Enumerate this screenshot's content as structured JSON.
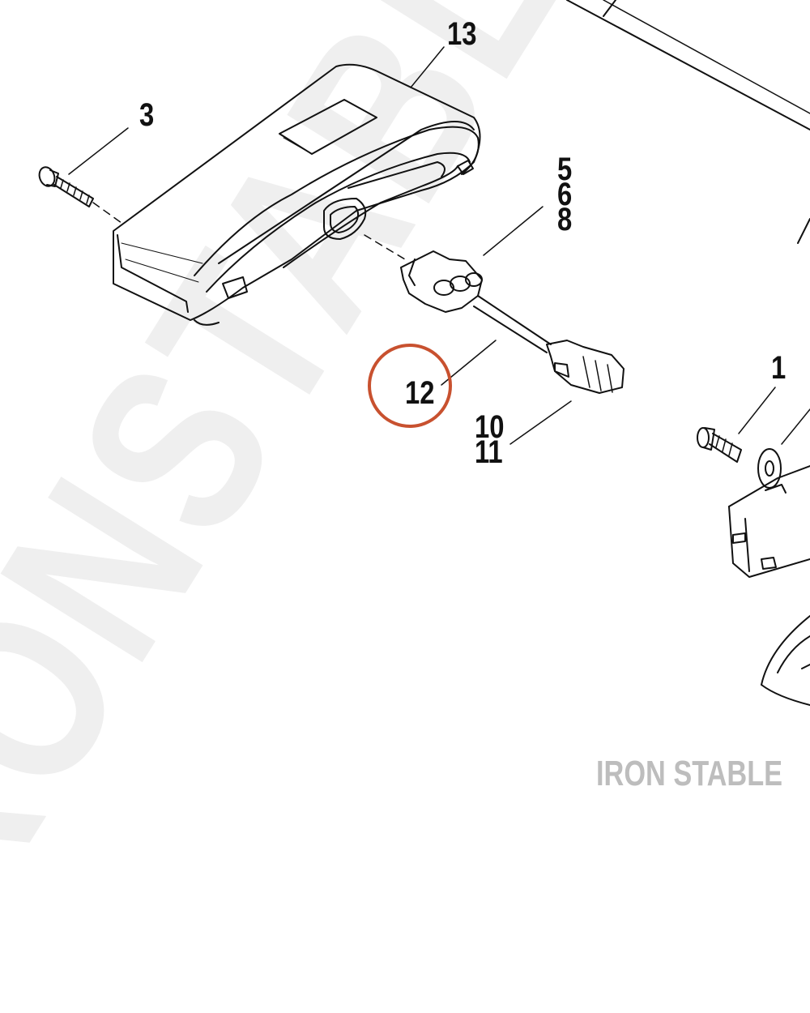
{
  "diagram": {
    "watermark": "IRONSTABLE",
    "brand": "IRON STABLE",
    "callouts": {
      "c13": "13",
      "c3": "3",
      "c5": "5",
      "c6": "6",
      "c8": "8",
      "c12": "12",
      "c10": "10",
      "c11": "11",
      "c1": "1"
    },
    "highlight_callout": "12",
    "colors": {
      "line": "#111111",
      "highlight_ring": "#c8512f",
      "watermark": "#efefef",
      "brand": "#bdbdbd"
    }
  }
}
